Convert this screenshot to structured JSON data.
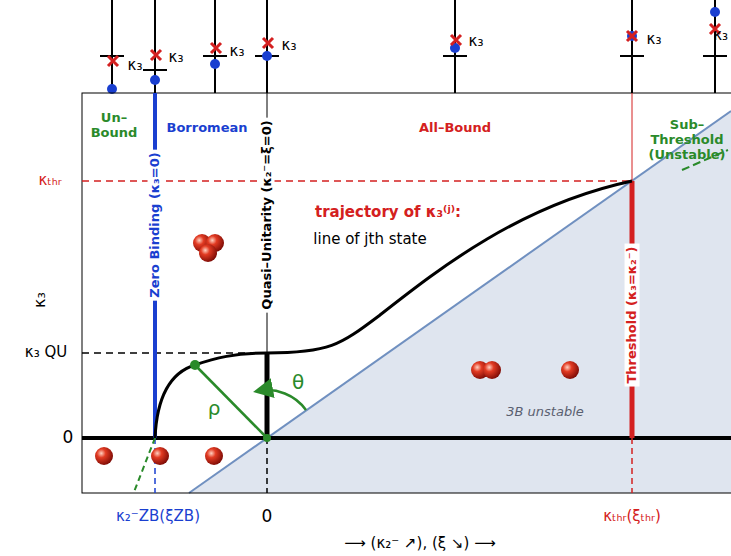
{
  "diagram": {
    "labels": [
      "κ₃",
      "κ₃",
      "κ₃",
      "κ₃",
      "κ₃",
      "κ₃",
      "κ₃",
      "Un– Bound",
      "Borromean",
      "All–Bound",
      "Sub– Threshold (Unstable)",
      "κₜₕᵣ",
      "κ₃ QU",
      "0",
      "κ₃",
      "Zero Binding (κ₃=0)",
      "Quasi–Unitarity (κ₂⁻=ξ=0)",
      "Threshold (κ₃=κ₂⁻)",
      "trajectory of κ₃⁽ʲ⁾:",
      "line of jth state",
      "ρ",
      "θ",
      "3B unstable",
      "κ₂⁻ZB(ξZB)",
      "0",
      "κₜₕᵣ(ξₜₕᵣ)",
      "⟶ (κ₂⁻ ↗), (ξ ↘) ⟶"
    ]
  }
}
